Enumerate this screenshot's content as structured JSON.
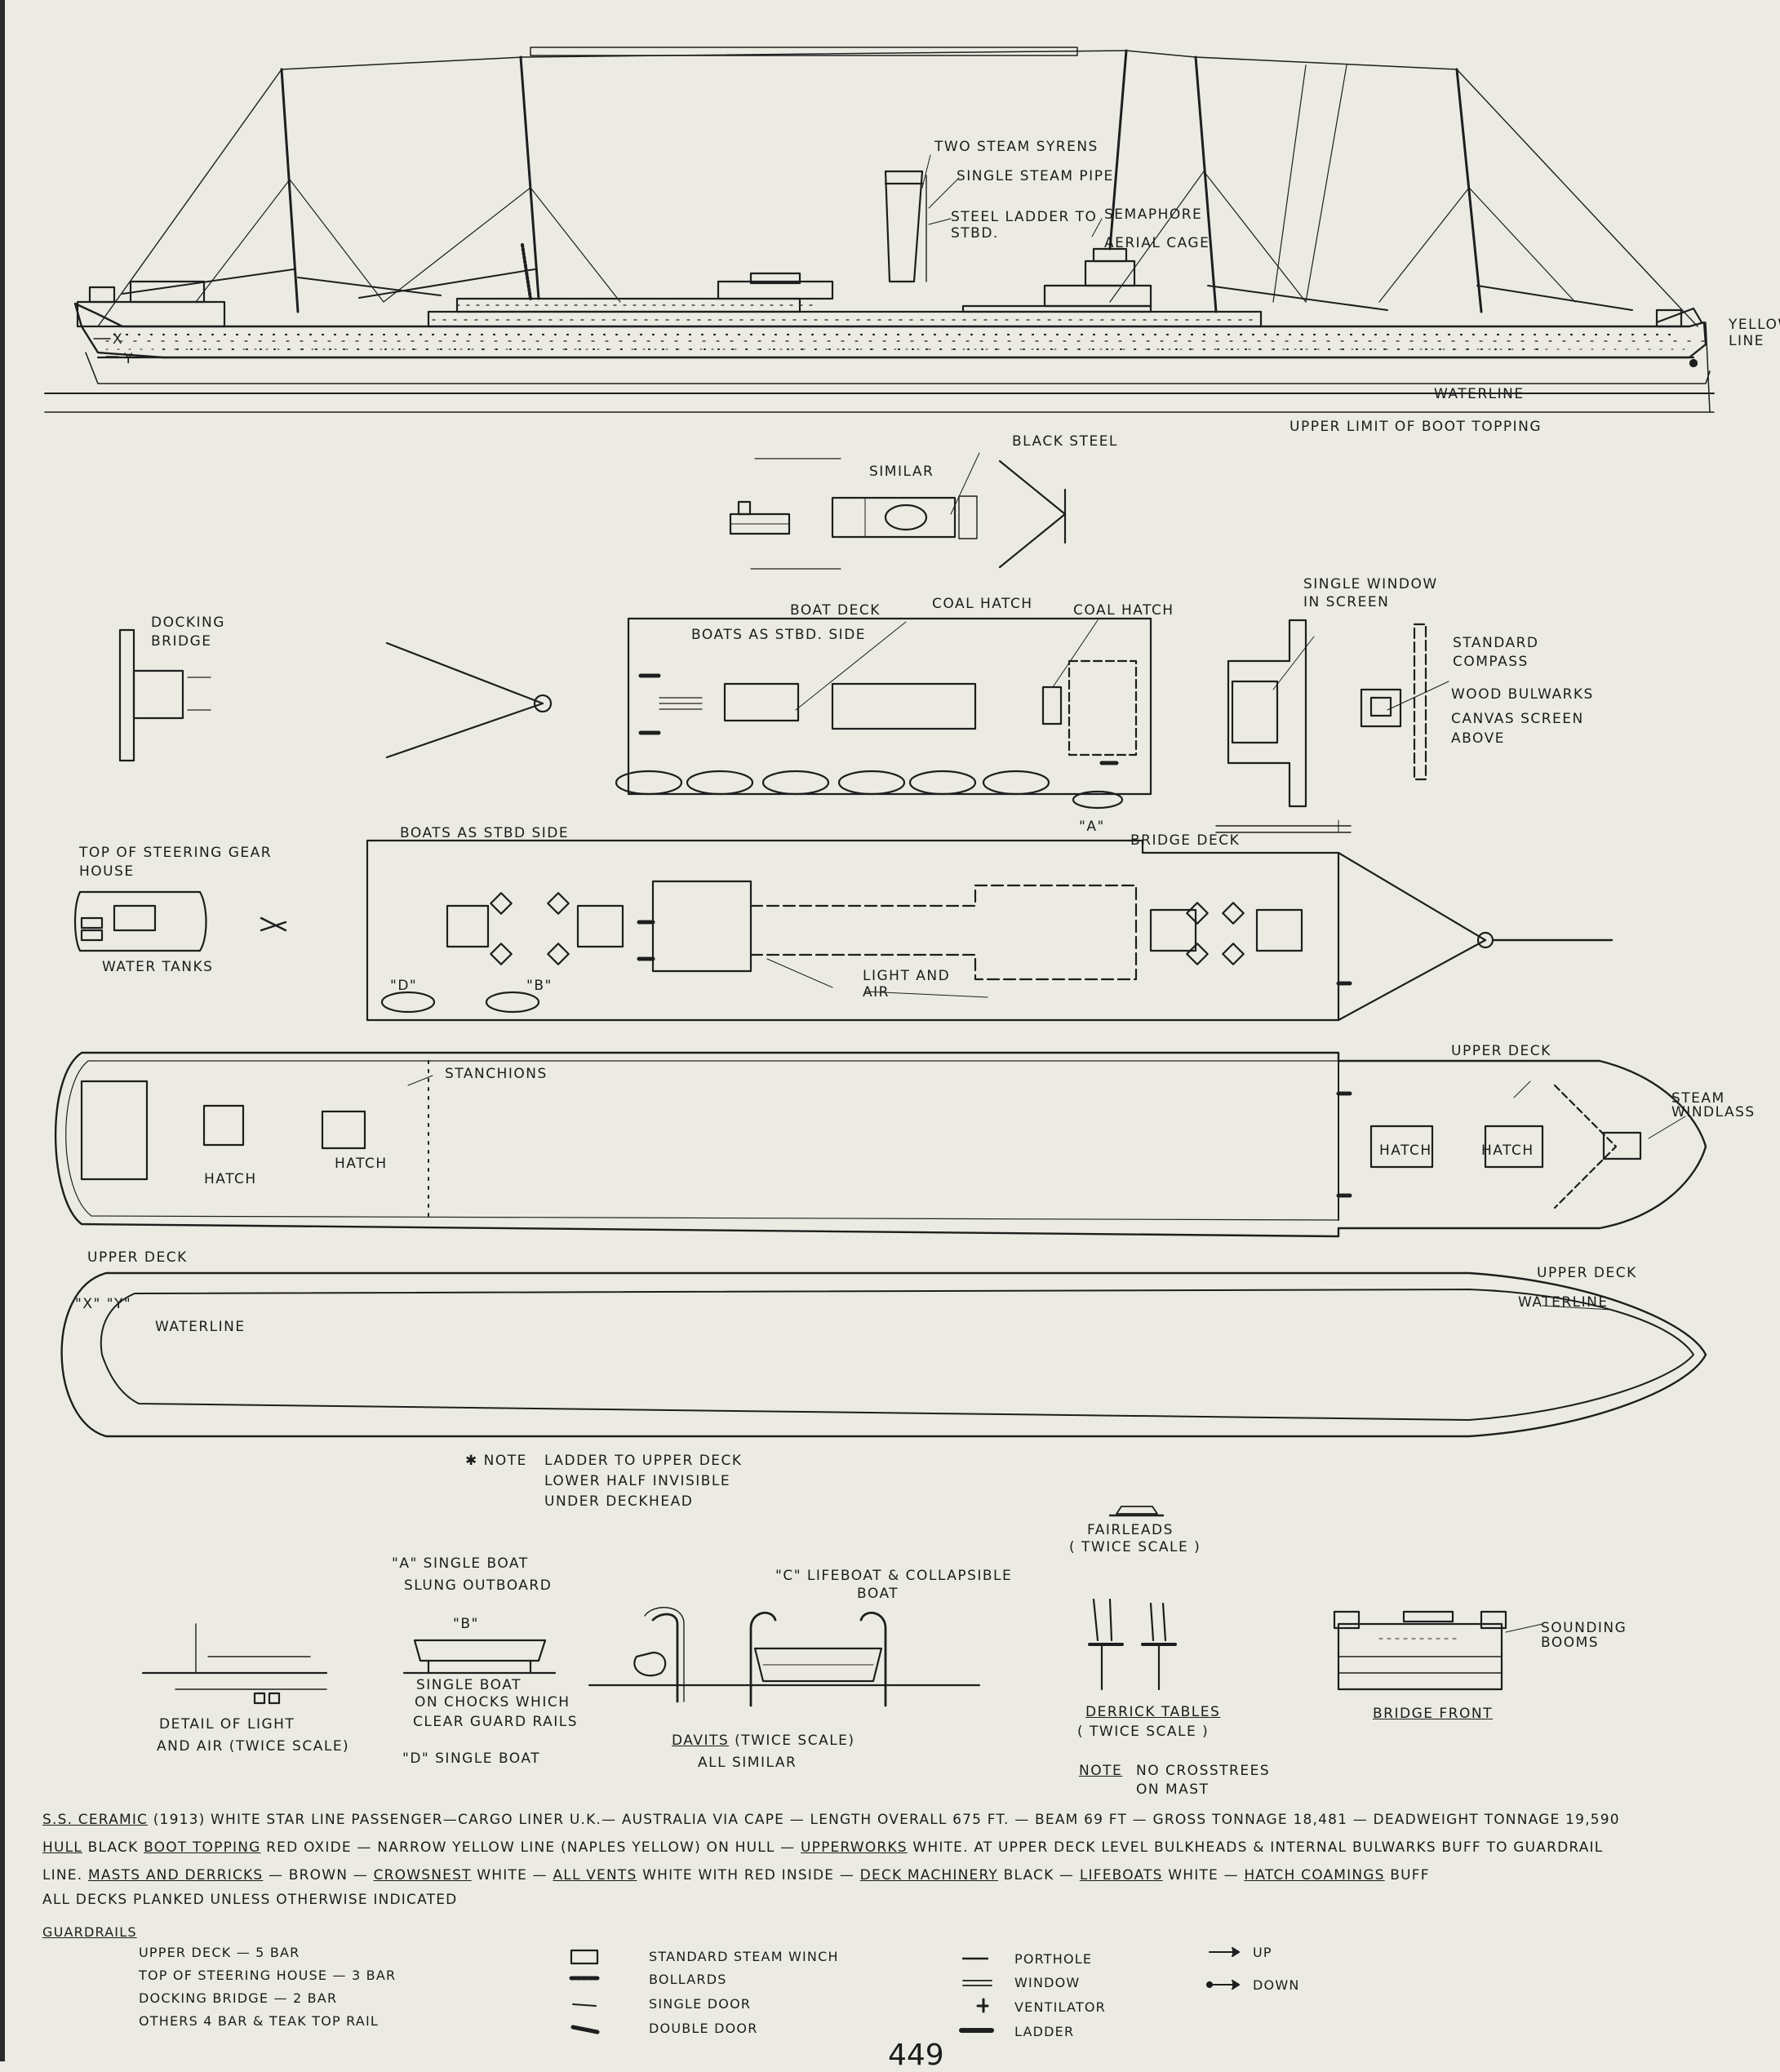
{
  "labels": {
    "two_steam_syrens": "TWO STEAM SYRENS",
    "single_steam_pipe": "SINGLE STEAM PIPE",
    "steel_ladder_1": "STEEL LADDER TO",
    "steel_ladder_2": "STBD.",
    "semaphore": "SEMAPHORE",
    "aerial_cage": "AERIAL CAGE",
    "yellow_line": "YELLOW\nLINE",
    "x_mark": "X",
    "y_mark": "Y",
    "waterline_profile": "WATERLINE",
    "upper_limit_boot": "UPPER LIMIT OF BOOT TOPPING",
    "black_steel": "BLACK STEEL",
    "similar": "SIMILAR",
    "docking_bridge_1": "DOCKING",
    "docking_bridge_2": "BRIDGE",
    "boat_deck": "BOAT DECK",
    "coal_hatch_1": "COAL HATCH",
    "coal_hatch_2": "COAL HATCH",
    "boats_stbd_1": "BOATS AS STBD. SIDE",
    "single_window_1": "SINGLE WINDOW",
    "single_window_2": "IN SCREEN",
    "standard_compass_1": "STANDARD",
    "standard_compass_2": "COMPASS",
    "wood_bulwarks": "WOOD BULWARKS",
    "canvas_screen_1": "CANVAS SCREEN",
    "canvas_screen_2": "ABOVE",
    "a_mark": "\"A\"",
    "boats_stbd_2": "BOATS AS STBD SIDE",
    "bridge_deck": "BRIDGE DECK",
    "top_steering_1": "TOP OF STEERING GEAR",
    "top_steering_2": "HOUSE",
    "water_tanks": "WATER TANKS",
    "d_mark": "\"D\"",
    "b_mark": "\"B\"",
    "light_air_1": "LIGHT AND",
    "light_air_2": "AIR",
    "upper_deck_plan": "UPPER DECK",
    "stanchions": "STANCHIONS",
    "steam_windlass_1": "STEAM",
    "steam_windlass_2": "WINDLASS",
    "hatch_1": "HATCH",
    "hatch_2": "HATCH",
    "hatch_3": "HATCH",
    "hatch_4": "HATCH",
    "upper_deck_left": "UPPER DECK",
    "upper_deck_right": "UPPER DECK",
    "xy_marks": "\"X\" \"Y\"",
    "waterline_left": "WATERLINE",
    "waterline_right": "WATERLINE",
    "note_star": "✱ NOTE",
    "note_1": "LADDER TO UPPER DECK",
    "note_2": "LOWER HALF INVISIBLE",
    "note_3": "UNDER DECKHEAD",
    "fairleads_1": "FAIRLEADS",
    "fairleads_2": "( TWICE SCALE )",
    "a_single_1": "\"A\" SINGLE BOAT",
    "a_single_2": "SLUNG OUTBOARD",
    "c_lifeboat_1": "\"C\" LIFEBOAT & COLLAPSIBLE",
    "c_lifeboat_2": "BOAT",
    "b_detail": "\"B\"",
    "sounding_1": "SOUNDING",
    "sounding_2": "BOOMS",
    "single_boat_1": "SINGLE BOAT",
    "single_boat_2": "ON CHOCKS WHICH",
    "single_boat_3": "CLEAR GUARD RAILS",
    "detail_light_1": "DETAIL OF LIGHT",
    "detail_light_2": "AND AIR (TWICE SCALE)",
    "d_single": "\"D\" SINGLE BOAT",
    "davits_1": "DAVITS",
    "davits_2": "(TWICE SCALE)",
    "davits_3": "ALL SIMILAR",
    "derrick_1": "DERRICK TABLES",
    "derrick_2": "( TWICE SCALE )",
    "bridge_front": "BRIDGE FRONT",
    "note_cross_1": "NOTE",
    "note_cross_2": "NO CROSSTREES",
    "note_cross_3": "ON MAST"
  },
  "caption": {
    "line1_ship": "S.S. CERAMIC",
    "line1_rest": "(1913) WHITE STAR LINE PASSENGER—CARGO LINER U.K.— AUSTRALIA VIA CAPE — LENGTH OVERALL 675 FT. — BEAM 69 FT — GROSS TONNAGE 18,481 — DEADWEIGHT TONNAGE 19,590",
    "line2_hull": "HULL",
    "line2_a": "BLACK",
    "line2_boot": "BOOT TOPPING",
    "line2_b": "RED OXIDE — NARROW YELLOW LINE (NAPLES YELLOW) ON HULL —",
    "line2_upper": "UPPERWORKS",
    "line2_c": "WHITE. AT UPPER DECK LEVEL BULKHEADS & INTERNAL BULWARKS BUFF TO GUARDRAIL",
    "line3_line": "LINE.",
    "line3_masts": "MASTS AND DERRICKS",
    "line3_a": "— BROWN —",
    "line3_crows": "CROWSNEST",
    "line3_b": "WHITE —",
    "line3_vents": "ALL VENTS",
    "line3_c": "WHITE WITH RED INSIDE —",
    "line3_deck": "DECK MACHINERY",
    "line3_d": "BLACK —",
    "line3_life": "LIFEBOATS",
    "line3_e": "WHITE —",
    "line3_hatch": "HATCH COAMINGS",
    "line3_f": "BUFF",
    "line4": "ALL DECKS PLANKED UNLESS OTHERWISE INDICATED"
  },
  "guardrails": {
    "title": "GUARDRAILS",
    "items": [
      "UPPER DECK — 5 BAR",
      "TOP OF STEERING HOUSE — 3 BAR",
      "DOCKING BRIDGE — 2 BAR",
      "OTHERS 4 BAR & TEAK TOP RAIL"
    ]
  },
  "legend": {
    "items": [
      "STANDARD STEAM WINCH",
      "BOLLARDS",
      "SINGLE DOOR",
      "DOUBLE DOOR",
      "PORTHOLE",
      "WINDOW",
      "VENTILATOR",
      "LADDER",
      "UP",
      "DOWN"
    ]
  },
  "page_number": "449"
}
